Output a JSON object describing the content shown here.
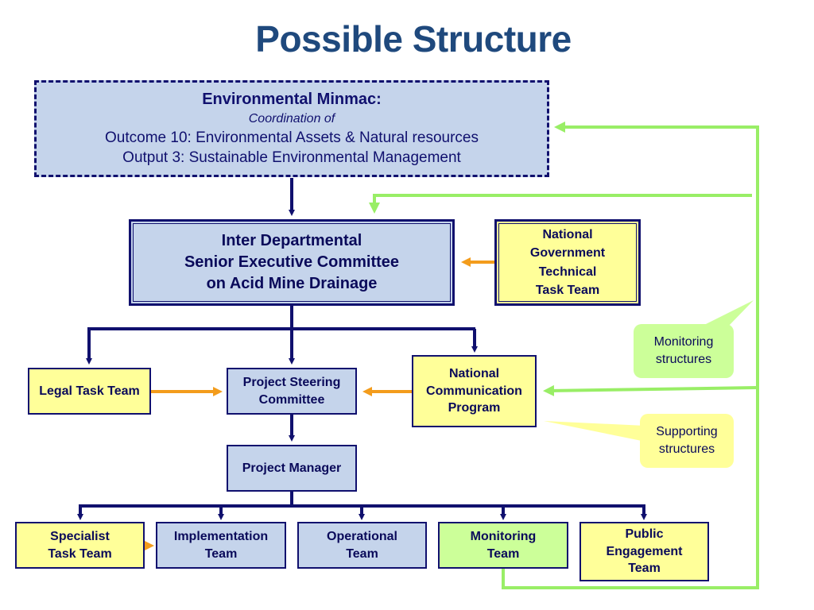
{
  "slide": {
    "title": "Possible Structure"
  },
  "top_box": {
    "heading": "Environmental Minmac:",
    "subheading": "Coordination of",
    "line1": "Outcome 10: Environmental Assets & Natural resources",
    "line2": "Output 3: Sustainable Environmental Management"
  },
  "senior_committee": {
    "line1": "Inter Departmental",
    "line2": "Senior Executive Committee",
    "line3": "on Acid Mine Drainage"
  },
  "technical_task_team": {
    "line1": "National",
    "line2": "Government",
    "line3": "Technical",
    "line4": "Task Team"
  },
  "legal_task_team": {
    "label": "Legal Task Team"
  },
  "steering_committee": {
    "line1": "Project Steering",
    "line2": "Committee"
  },
  "communication_program": {
    "line1": "National",
    "line2": "Communication",
    "line3": "Program"
  },
  "project_manager": {
    "label": "Project Manager"
  },
  "teams": [
    {
      "line1": "Specialist",
      "line2": "Task Team",
      "line3": ""
    },
    {
      "line1": "Implementation",
      "line2": "Team",
      "line3": ""
    },
    {
      "line1": "Operational",
      "line2": "Team",
      "line3": ""
    },
    {
      "line1": "Monitoring",
      "line2": "Team",
      "line3": ""
    },
    {
      "line1": "Public",
      "line2": "Engagement",
      "line3": "Team"
    }
  ],
  "callouts": {
    "monitoring": {
      "line1": "Monitoring",
      "line2": "structures"
    },
    "supporting": {
      "line1": "Supporting",
      "line2": "structures"
    }
  },
  "colors": {
    "navy": "#10106e",
    "title": "#1f497d",
    "box_blue": "#c5d4eb",
    "box_yellow": "#ffff99",
    "box_green": "#ccff99",
    "arrow_orange": "#f39c1c",
    "arrow_green": "#99ee66"
  }
}
